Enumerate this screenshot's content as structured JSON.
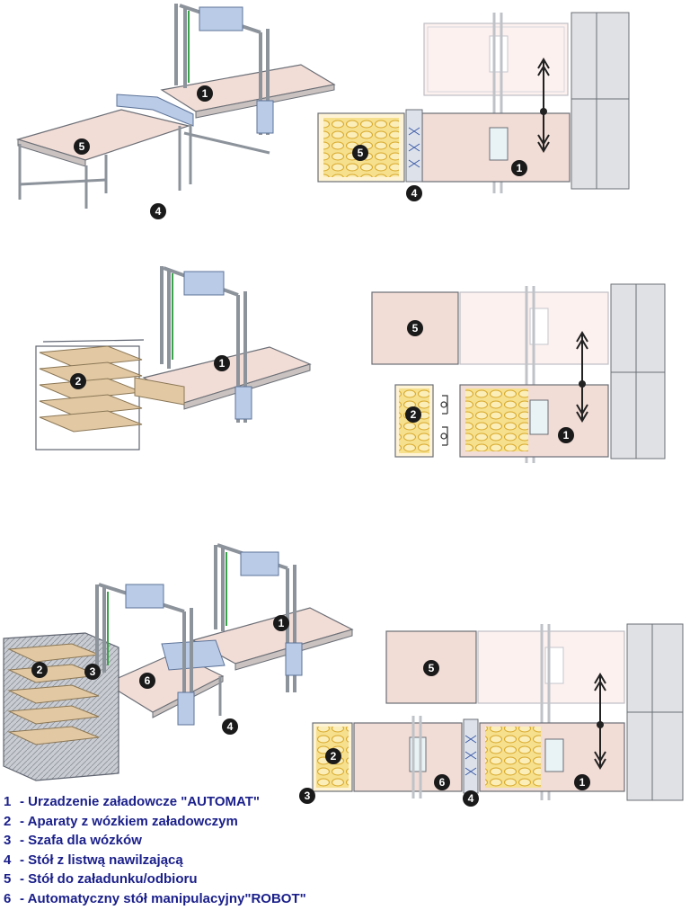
{
  "markers": {
    "m1": "1",
    "m2": "2",
    "m3": "3",
    "m4": "4",
    "m5": "5",
    "m6": "6"
  },
  "legend": {
    "items": [
      {
        "num": "1",
        "text": "- Urzadzenie załadowcze \"AUTOMAT\""
      },
      {
        "num": "2",
        "text": "- Aparaty z wózkiem załadowczym"
      },
      {
        "num": "3",
        "text": "- Szafa dla wózków"
      },
      {
        "num": "4",
        "text": "- Stół z listwą nawilzającą"
      },
      {
        "num": "5",
        "text": "- Stół do załadunku/odbioru"
      },
      {
        "num": "6",
        "text": "- Automatyczny stół  manipulacyjny\"ROBOT\""
      }
    ]
  },
  "colors": {
    "table_top": "#f2dcd6",
    "frame": "#9aa0a8",
    "unit_blue": "#b9cbe6",
    "tray_yellow": "#f4d77a",
    "badge": "#1a1a1a",
    "legend_text": "#1a1f8a"
  }
}
